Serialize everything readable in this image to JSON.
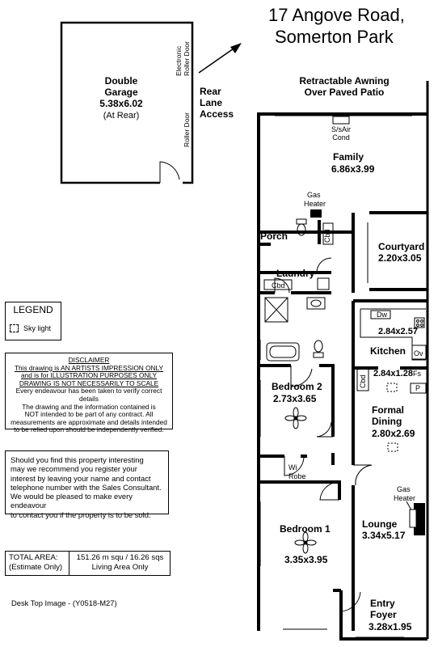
{
  "header": {
    "address_line1": "17 Angove Road,",
    "address_line2": "Somerton Park"
  },
  "garage": {
    "name_line1": "Double",
    "name_line2": "Garage",
    "size": "5.38x6.02",
    "note": "(At Rear)",
    "electronic_door_line1": "Electronic",
    "electronic_door_line2": "Roller Door",
    "roller_door": "Roller Door"
  },
  "access": {
    "line1": "Rear",
    "line2": "Lane",
    "line3": "Access"
  },
  "awning": {
    "line1": "Retractable Awning",
    "line2": "Over Paved Patio"
  },
  "rooms": {
    "family": {
      "name": "Family",
      "size": "6.86x3.99"
    },
    "ac": {
      "line1": "S/sAir",
      "line2": "Cond"
    },
    "gas_heater_top": {
      "line1": "Gas",
      "line2": "Heater"
    },
    "porch": "Porch",
    "laundry": "Laundry",
    "cbd_porch": "Cbd",
    "cbd_laundry": "Cbd",
    "courtyard": {
      "name": "Courtyard",
      "size": "2.20x3.05"
    },
    "kitchen": {
      "name": "Kitchen",
      "size": "2.84x2.57",
      "dw": "Dw",
      "ov": "Ov"
    },
    "pantry": {
      "size": "2.84x1.28",
      "fs": "Fs",
      "p": "P",
      "cbd": "Cbd"
    },
    "formal_dining": {
      "line1": "Formal",
      "line2": "Dining",
      "size": "2.80x2.69"
    },
    "bedroom2": {
      "name": "Bedroom 2",
      "size": "2.73x3.65"
    },
    "wi_robe": {
      "line1": "Wi",
      "line2": "Robe"
    },
    "bedroom1": {
      "name": "Bedroom 1",
      "size": "3.35x3.95"
    },
    "lounge": {
      "name": "Lounge",
      "size": "3.34x5.17"
    },
    "gas_heater_lounge": {
      "line1": "Gas",
      "line2": "Heater"
    },
    "entry": {
      "line1": "Entry",
      "line2": "Foyer",
      "size": "3.28x1.95"
    }
  },
  "legend": {
    "title": "LEGEND",
    "item": "Sky light"
  },
  "disclaimer": {
    "title": "DISCLAIMER",
    "lines": [
      "This drawing is AN ARTISTS IMPRESSION ONLY",
      "and is for ILLUSTRATION PURPOSES ONLY",
      "DRAWING IS NOT NECESSARILY TO SCALE",
      "Every endeavour has been taken to verify correct details",
      "The drawing and the information contained is",
      "NOT intended to be part of any contract. All",
      "measurements are approximate and details intended",
      "to be relied upon should be independently verified."
    ]
  },
  "interest": {
    "lines": [
      "Should you find this property interesting",
      "may we recommend you register your",
      "interest by leaving your name and contact",
      "telephone number with the Sales Consultant.",
      "We would be pleased to make every endeavour",
      "to contact you if the property is to be sold."
    ]
  },
  "total_area": {
    "label_line1": "TOTAL AREA:",
    "label_line2": "(Estimate Only)",
    "value_line1": "151.26 m squ /  16.26 sqs",
    "value_line2": "Living Area Only"
  },
  "footer": "Desk Top Image - (Y0518-M27)"
}
